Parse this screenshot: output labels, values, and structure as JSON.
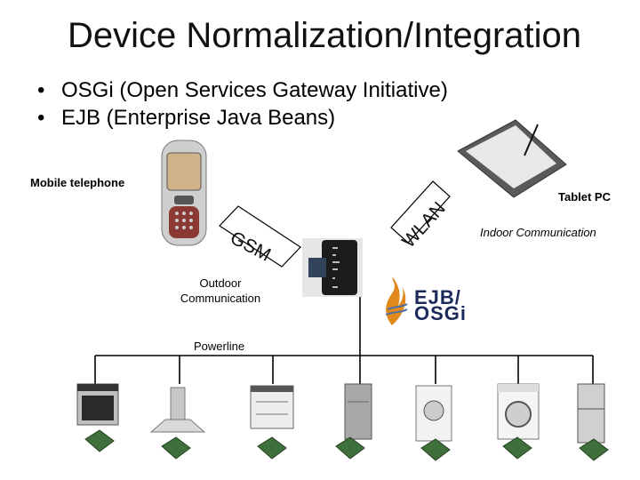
{
  "slide": {
    "title": "Device Normalization/Integration",
    "bullets": [
      "OSGi  (Open Services Gateway Initiative)",
      "EJB (Enterprise Java Beans)"
    ]
  },
  "labels": {
    "mobile": "Mobile telephone",
    "tablet": "Tablet PC",
    "indoor": "Indoor Communication",
    "outdoor_line1": "Outdoor",
    "outdoor_line2": "Communication",
    "powerline": "Powerline",
    "gsm": "GSM",
    "wlan": "WLAN"
  },
  "logo": {
    "line1": "EJB/",
    "line2": "OSGi"
  },
  "appliances": [
    "oven-icon",
    "range-hood-icon",
    "dishwasher-icon",
    "refrigerator-icon",
    "washer-dryer-icon",
    "washing-machine-icon",
    "fridge-freezer-icon"
  ],
  "colors": {
    "logo_text": "#1b2a5a",
    "logo_flame": "#e08a1e",
    "circuit_board": "#3f6f3a"
  }
}
